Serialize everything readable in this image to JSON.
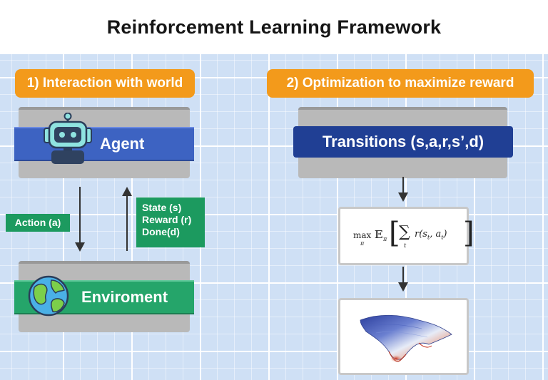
{
  "title": "Reinforcement Learning Framework",
  "left": {
    "header": "1) Interaction with world",
    "agent_label": "Agent",
    "environment_label": "Enviroment",
    "action_label": "Action (a)",
    "feedback_lines": [
      "State (s)",
      "Reward (r)",
      "Done(d)"
    ]
  },
  "right": {
    "header": "2) Optimization to maximize reward",
    "transitions_label": "Transitions (s,a,r,s’,d)",
    "formula": {
      "max": "max",
      "sub": "π",
      "expect": "𝔼",
      "expect_sub": "π",
      "sum": "∑",
      "sum_sub": "t",
      "term": "r(s",
      "s_sub": "t",
      "mid": ", a",
      "a_sub": "t",
      "close": ")"
    }
  },
  "icons": [
    "robot-icon",
    "earth-icon",
    "surface-plot-icon"
  ],
  "colors": {
    "orange": "#f39a1b",
    "agent_blue": "#3d63c2",
    "env_green": "#25a56a",
    "transitions_navy": "#203f94",
    "label_green": "#1c9a5f"
  }
}
